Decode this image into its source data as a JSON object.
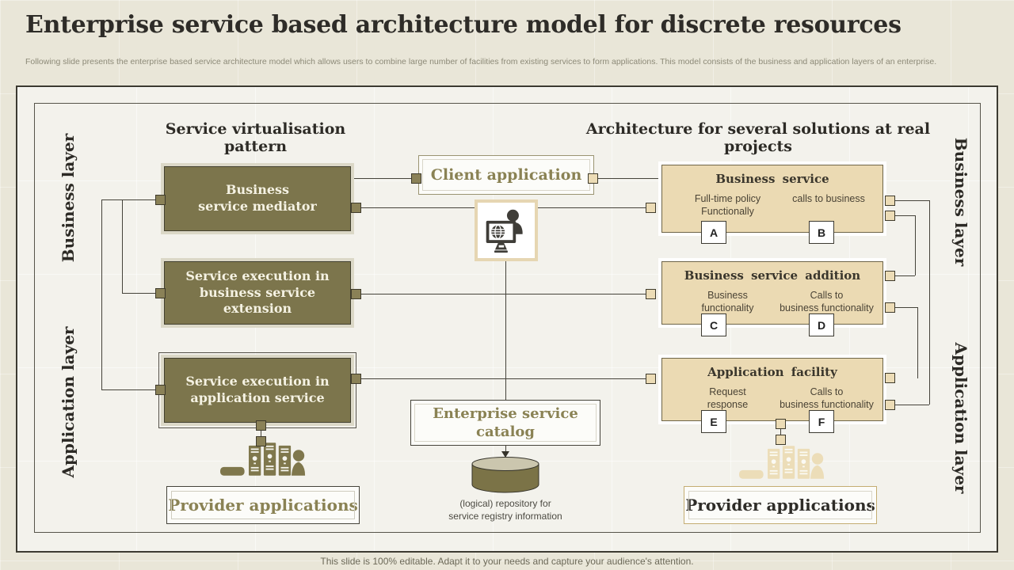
{
  "slide": {
    "title": "Enterprise service based architecture model for discrete resources",
    "subtitle": "Following slide presents the enterprise based service architecture model  which allows users to combine large number of facilities from existing services to form applications. This model consists of the business and application layers of an enterprise.",
    "footer": "This slide is 100% editable. Adapt it to your needs and capture your audience's attention."
  },
  "colors": {
    "slide_background": "#e9e6d8",
    "panel_background": "#f3f2ec",
    "olive_box": "#7c754c",
    "tan_box": "#ebdab3",
    "accent_text": "#8a8254",
    "line": "#45433a"
  },
  "left_section": {
    "header": "Service virtualisation pattern",
    "layer_top": "Business layer",
    "layer_bottom": "Application layer",
    "mediator_line1": "Business",
    "mediator_line2": "service mediator",
    "extension_line1": "Service execution in",
    "extension_line2": "business service extension",
    "app_service_line1": "Service execution in",
    "app_service_line2": "application service",
    "provider_label": "Provider applications"
  },
  "center": {
    "client_application": "Client application",
    "catalog_line1": "Enterprise service",
    "catalog_line2": "catalog",
    "repository_line1": "(logical) repository for",
    "repository_line2": "service registry information"
  },
  "right_section": {
    "header": "Architecture for several solutions at real projects",
    "layer_top": "Business layer",
    "layer_bottom": "Application layer",
    "boxes": [
      {
        "title": "Business service",
        "left_line1": "Full-time policy",
        "left_line2": "Functionally",
        "right_line1": "calls to business",
        "right_line2": "",
        "tag_left": "A",
        "tag_right": "B"
      },
      {
        "title": "Business service addition",
        "left_line1": "Business",
        "left_line2": "functionality",
        "right_line1": "Calls to",
        "right_line2": "business functionality",
        "tag_left": "C",
        "tag_right": "D"
      },
      {
        "title": "Application facility",
        "left_line1": "Request",
        "left_line2": "response",
        "right_line1": "Calls to",
        "right_line2": "business functionality",
        "tag_left": "E",
        "tag_right": "F"
      }
    ],
    "provider_label": "Provider applications"
  }
}
